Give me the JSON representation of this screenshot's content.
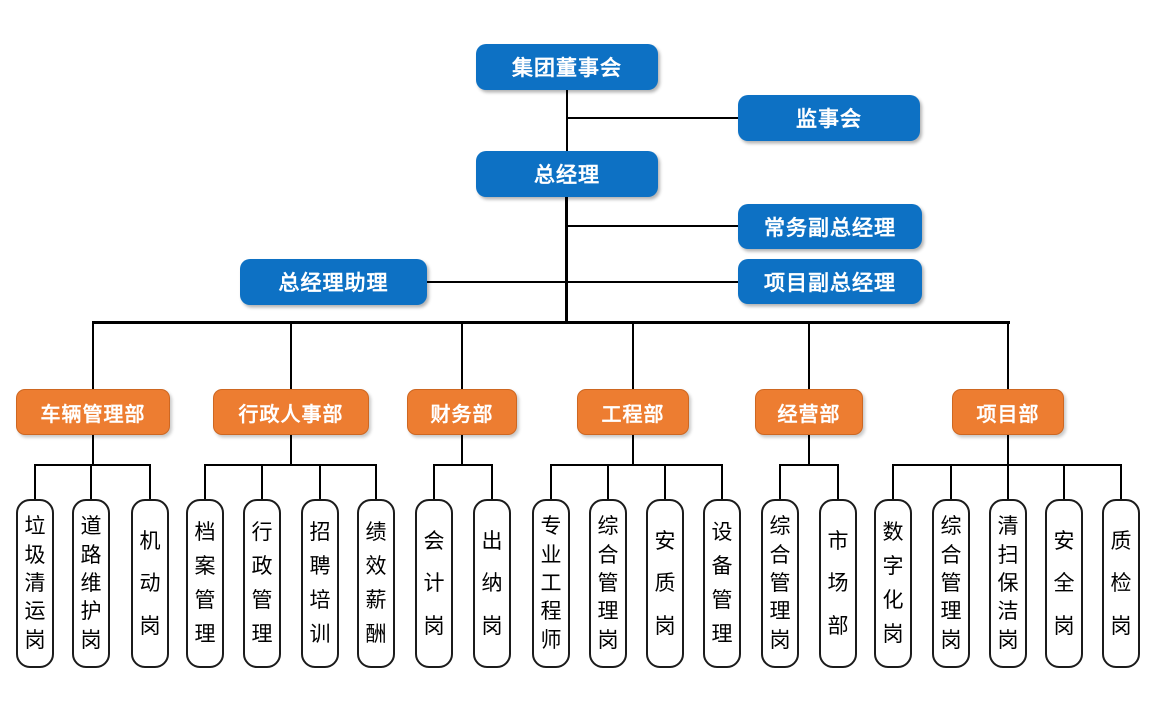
{
  "colors": {
    "node_blue": "#0d71c4",
    "node_orange": "#ed7d31",
    "connector_line": "#000000",
    "leaf_border": "#1b1b1b",
    "leaf_background": "#ffffff",
    "node_text": "#ffffff",
    "leaf_text": "#000000"
  },
  "nodes": {
    "board": {
      "label": "集团董事会"
    },
    "supervisory_board": {
      "label": "监事会"
    },
    "general_manager": {
      "label": "总经理"
    },
    "executive_deputy_gm": {
      "label": "常务副总经理"
    },
    "gm_assistant": {
      "label": "总经理助理"
    },
    "project_deputy_gm": {
      "label": "项目副总经理"
    }
  },
  "departments": [
    {
      "label": "车辆管理部",
      "positions": [
        "垃圾清运岗",
        "道路维护岗",
        "机动岗"
      ]
    },
    {
      "label": "行政人事部",
      "positions": [
        "档案管理",
        "行政管理",
        "招聘培训",
        "绩效薪酬"
      ]
    },
    {
      "label": "财务部",
      "positions": [
        "会计岗",
        "出纳岗"
      ]
    },
    {
      "label": "工程部",
      "positions": [
        "专业工程师",
        "综合管理岗",
        "安质岗",
        "设备管理"
      ]
    },
    {
      "label": "经营部",
      "positions": [
        "综合管理岗",
        "市场部"
      ]
    },
    {
      "label": "项目部",
      "positions": [
        "数字化岗",
        "综合管理岗",
        "清扫保洁岗",
        "安全岗",
        "质检岗"
      ]
    }
  ]
}
